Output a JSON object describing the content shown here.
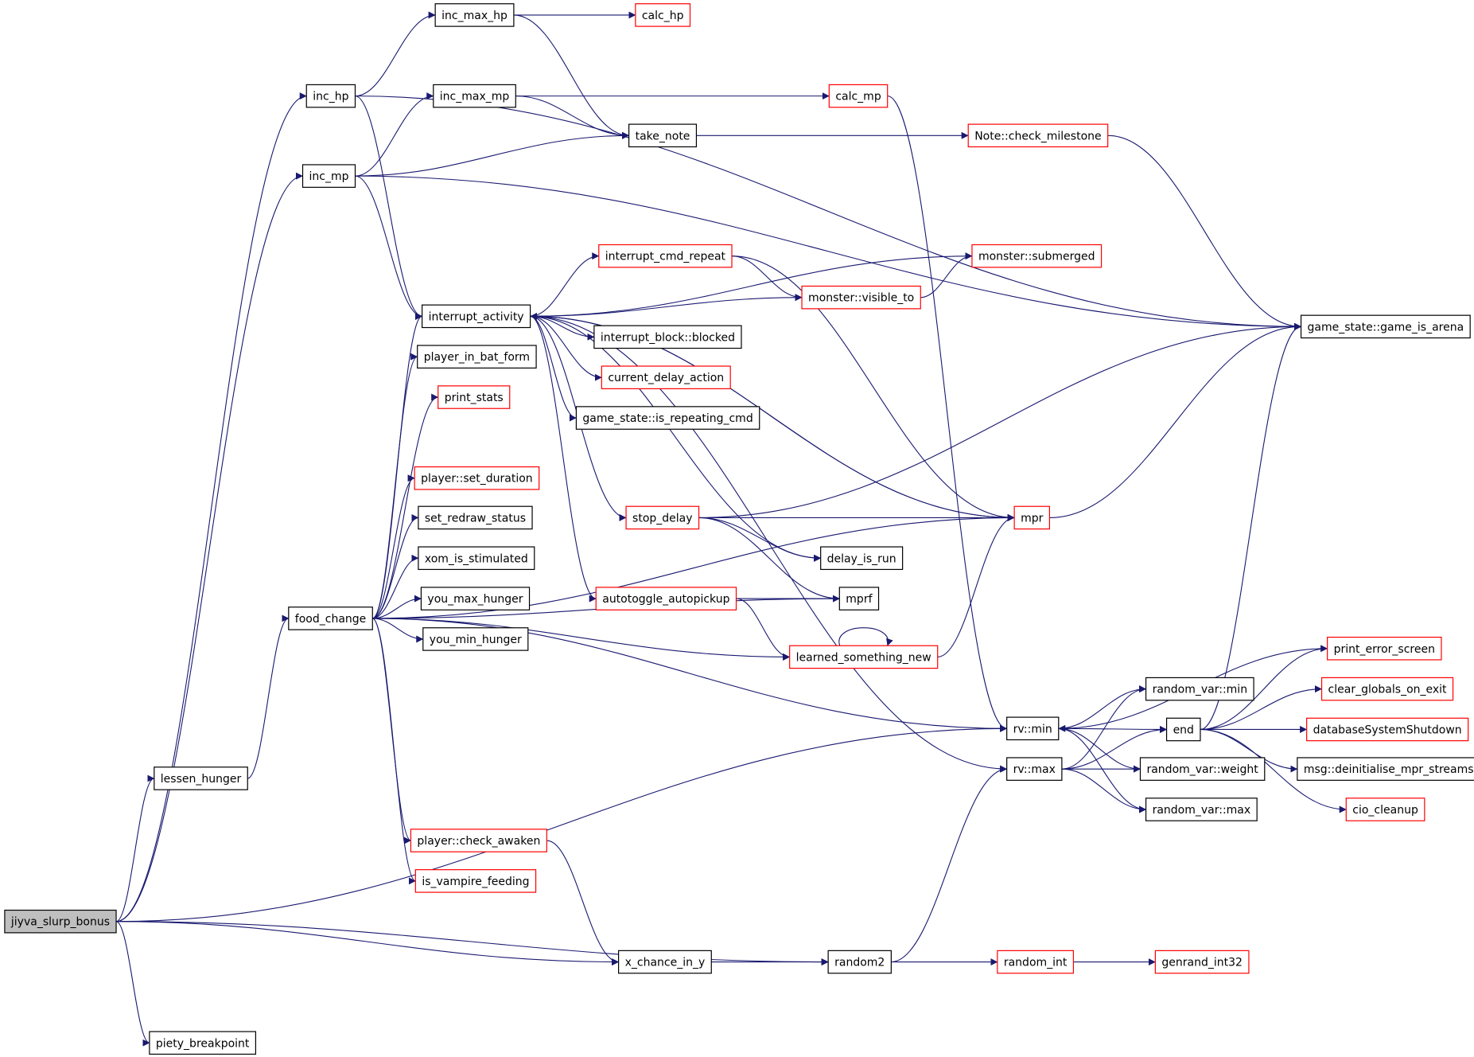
{
  "colors": {
    "edge": "#191970",
    "node_border_default": "#000000",
    "node_border_truncated": "#ff0000",
    "root_fill": "#bfbfbf",
    "node_fill": "#ffffff"
  },
  "nodes": [
    {
      "id": "jiyva_slurp_bonus",
      "label": "jiyva_slurp_bonus",
      "style": "root"
    },
    {
      "id": "inc_hp",
      "label": "inc_hp",
      "style": "default"
    },
    {
      "id": "inc_mp",
      "label": "inc_mp",
      "style": "default"
    },
    {
      "id": "inc_max_hp",
      "label": "inc_max_hp",
      "style": "default"
    },
    {
      "id": "inc_max_mp",
      "label": "inc_max_mp",
      "style": "default"
    },
    {
      "id": "calc_hp",
      "label": "calc_hp",
      "style": "truncated"
    },
    {
      "id": "calc_mp",
      "label": "calc_mp",
      "style": "truncated"
    },
    {
      "id": "take_note",
      "label": "take_note",
      "style": "default"
    },
    {
      "id": "check_milestone",
      "label": "Note::check_milestone",
      "style": "truncated"
    },
    {
      "id": "game_is_arena",
      "label": "game_state::game_is_arena",
      "style": "default"
    },
    {
      "id": "interrupt_activity",
      "label": "interrupt_activity",
      "style": "default"
    },
    {
      "id": "interrupt_cmd_repeat",
      "label": "interrupt_cmd_repeat",
      "style": "truncated"
    },
    {
      "id": "submerged",
      "label": "monster::submerged",
      "style": "truncated"
    },
    {
      "id": "visible_to",
      "label": "monster::visible_to",
      "style": "truncated"
    },
    {
      "id": "blocked",
      "label": "interrupt_block::blocked",
      "style": "default"
    },
    {
      "id": "current_delay_action",
      "label": "current_delay_action",
      "style": "truncated"
    },
    {
      "id": "is_repeating_cmd",
      "label": "game_state::is_repeating_cmd",
      "style": "default"
    },
    {
      "id": "player_in_bat_form",
      "label": "player_in_bat_form",
      "style": "default"
    },
    {
      "id": "print_stats",
      "label": "print_stats",
      "style": "truncated"
    },
    {
      "id": "set_duration",
      "label": "player::set_duration",
      "style": "truncated"
    },
    {
      "id": "set_redraw_status",
      "label": "set_redraw_status",
      "style": "default"
    },
    {
      "id": "xom_is_stimulated",
      "label": "xom_is_stimulated",
      "style": "default"
    },
    {
      "id": "you_max_hunger",
      "label": "you_max_hunger",
      "style": "default"
    },
    {
      "id": "you_min_hunger",
      "label": "you_min_hunger",
      "style": "default"
    },
    {
      "id": "food_change",
      "label": "food_change",
      "style": "default"
    },
    {
      "id": "stop_delay",
      "label": "stop_delay",
      "style": "truncated"
    },
    {
      "id": "mpr",
      "label": "mpr",
      "style": "truncated"
    },
    {
      "id": "delay_is_run",
      "label": "delay_is_run",
      "style": "default"
    },
    {
      "id": "autotoggle_autopickup",
      "label": "autotoggle_autopickup",
      "style": "truncated"
    },
    {
      "id": "mprf",
      "label": "mprf",
      "style": "default"
    },
    {
      "id": "learned_something_new",
      "label": "learned_something_new",
      "style": "truncated"
    },
    {
      "id": "print_error_screen",
      "label": "print_error_screen",
      "style": "truncated"
    },
    {
      "id": "rv_min",
      "label": "rv::min",
      "style": "default"
    },
    {
      "id": "rv_max",
      "label": "rv::max",
      "style": "default"
    },
    {
      "id": "random_var_min",
      "label": "random_var::min",
      "style": "default"
    },
    {
      "id": "random_var_weight",
      "label": "random_var::weight",
      "style": "default"
    },
    {
      "id": "random_var_max",
      "label": "random_var::max",
      "style": "default"
    },
    {
      "id": "end",
      "label": "end",
      "style": "default"
    },
    {
      "id": "clear_globals_on_exit",
      "label": "clear_globals_on_exit",
      "style": "truncated"
    },
    {
      "id": "databaseSystemShutdown",
      "label": "databaseSystemShutdown",
      "style": "truncated"
    },
    {
      "id": "deinitialise_mpr_streams",
      "label": "msg::deinitialise_mpr_streams",
      "style": "default"
    },
    {
      "id": "cio_cleanup",
      "label": "cio_cleanup",
      "style": "truncated"
    },
    {
      "id": "lessen_hunger",
      "label": "lessen_hunger",
      "style": "default"
    },
    {
      "id": "check_awaken",
      "label": "player::check_awaken",
      "style": "truncated"
    },
    {
      "id": "is_vampire_feeding",
      "label": "is_vampire_feeding",
      "style": "truncated"
    },
    {
      "id": "x_chance_in_y",
      "label": "x_chance_in_y",
      "style": "default"
    },
    {
      "id": "random2",
      "label": "random2",
      "style": "default"
    },
    {
      "id": "random_int",
      "label": "random_int",
      "style": "truncated"
    },
    {
      "id": "genrand_int32",
      "label": "genrand_int32",
      "style": "truncated"
    },
    {
      "id": "piety_breakpoint",
      "label": "piety_breakpoint",
      "style": "default"
    }
  ],
  "edges": [
    [
      "jiyva_slurp_bonus",
      "inc_hp"
    ],
    [
      "jiyva_slurp_bonus",
      "inc_mp"
    ],
    [
      "jiyva_slurp_bonus",
      "lessen_hunger"
    ],
    [
      "jiyva_slurp_bonus",
      "rv_min"
    ],
    [
      "jiyva_slurp_bonus",
      "x_chance_in_y"
    ],
    [
      "jiyva_slurp_bonus",
      "random2"
    ],
    [
      "jiyva_slurp_bonus",
      "piety_breakpoint"
    ],
    [
      "inc_hp",
      "inc_max_hp"
    ],
    [
      "inc_hp",
      "game_is_arena"
    ],
    [
      "inc_hp",
      "interrupt_activity"
    ],
    [
      "inc_mp",
      "inc_max_mp"
    ],
    [
      "inc_mp",
      "take_note"
    ],
    [
      "inc_mp",
      "game_is_arena"
    ],
    [
      "inc_mp",
      "interrupt_activity"
    ],
    [
      "inc_max_hp",
      "calc_hp"
    ],
    [
      "inc_max_hp",
      "take_note"
    ],
    [
      "inc_max_mp",
      "calc_mp"
    ],
    [
      "inc_max_mp",
      "take_note"
    ],
    [
      "take_note",
      "check_milestone"
    ],
    [
      "check_milestone",
      "game_is_arena"
    ],
    [
      "calc_mp",
      "rv_min"
    ],
    [
      "interrupt_activity",
      "submerged"
    ],
    [
      "interrupt_activity",
      "interrupt_cmd_repeat"
    ],
    [
      "interrupt_activity",
      "visible_to"
    ],
    [
      "interrupt_activity",
      "blocked"
    ],
    [
      "interrupt_activity",
      "current_delay_action"
    ],
    [
      "interrupt_activity",
      "is_repeating_cmd"
    ],
    [
      "interrupt_activity",
      "mpr"
    ],
    [
      "interrupt_activity",
      "stop_delay"
    ],
    [
      "interrupt_activity",
      "delay_is_run"
    ],
    [
      "interrupt_activity",
      "autotoggle_autopickup"
    ],
    [
      "interrupt_activity",
      "rv_max"
    ],
    [
      "interrupt_cmd_repeat",
      "visible_to"
    ],
    [
      "interrupt_cmd_repeat",
      "mpr"
    ],
    [
      "visible_to",
      "submerged"
    ],
    [
      "mpr",
      "interrupt_activity"
    ],
    [
      "mpr",
      "game_is_arena"
    ],
    [
      "stop_delay",
      "game_is_arena"
    ],
    [
      "stop_delay",
      "mpr"
    ],
    [
      "stop_delay",
      "delay_is_run"
    ],
    [
      "stop_delay",
      "mprf"
    ],
    [
      "autotoggle_autopickup",
      "mprf"
    ],
    [
      "autotoggle_autopickup",
      "learned_something_new"
    ],
    [
      "learned_something_new",
      "learned_something_new"
    ],
    [
      "learned_something_new",
      "mpr"
    ],
    [
      "food_change",
      "interrupt_activity"
    ],
    [
      "food_change",
      "player_in_bat_form"
    ],
    [
      "food_change",
      "print_stats"
    ],
    [
      "food_change",
      "set_duration"
    ],
    [
      "food_change",
      "set_redraw_status"
    ],
    [
      "food_change",
      "xom_is_stimulated"
    ],
    [
      "food_change",
      "you_max_hunger"
    ],
    [
      "food_change",
      "you_min_hunger"
    ],
    [
      "food_change",
      "mprf"
    ],
    [
      "food_change",
      "learned_something_new"
    ],
    [
      "food_change",
      "mpr"
    ],
    [
      "food_change",
      "rv_min"
    ],
    [
      "food_change",
      "check_awaken"
    ],
    [
      "food_change",
      "is_vampire_feeding"
    ],
    [
      "lessen_hunger",
      "food_change"
    ],
    [
      "check_awaken",
      "x_chance_in_y"
    ],
    [
      "x_chance_in_y",
      "random2"
    ],
    [
      "random2",
      "rv_max"
    ],
    [
      "random2",
      "random_int"
    ],
    [
      "random_int",
      "genrand_int32"
    ],
    [
      "rv_min",
      "random_var_min"
    ],
    [
      "rv_min",
      "end"
    ],
    [
      "rv_min",
      "random_var_weight"
    ],
    [
      "rv_min",
      "random_var_max"
    ],
    [
      "rv_max",
      "random_var_min"
    ],
    [
      "rv_max",
      "end"
    ],
    [
      "rv_max",
      "random_var_weight"
    ],
    [
      "rv_max",
      "random_var_max"
    ],
    [
      "end",
      "game_is_arena"
    ],
    [
      "end",
      "print_error_screen"
    ],
    [
      "end",
      "clear_globals_on_exit"
    ],
    [
      "end",
      "databaseSystemShutdown"
    ],
    [
      "end",
      "deinitialise_mpr_streams"
    ],
    [
      "end",
      "cio_cleanup"
    ],
    [
      "print_error_screen",
      "rv_min"
    ]
  ]
}
